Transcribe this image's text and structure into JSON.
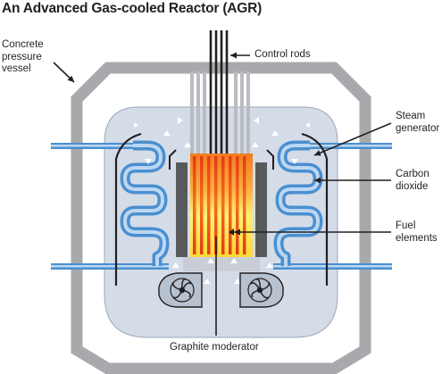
{
  "title": "An Advanced Gas-cooled Reactor (AGR)",
  "labels": {
    "pressure_vessel": [
      "Concrete",
      "pressure",
      "vessel"
    ],
    "control_rods": "Control rods",
    "steam_generator": [
      "Steam",
      "generator"
    ],
    "carbon_dioxide": [
      "Carbon",
      "dioxide"
    ],
    "fuel_elements": [
      "Fuel",
      "elements"
    ],
    "graphite_moderator": "Graphite moderator"
  },
  "colors": {
    "vessel": "#a7a9ac",
    "cavity": "#cfd9e8",
    "boiler_tube": "#4a8fd0",
    "boiler_tube_light": "#bcd7f1",
    "core_hot": "#f7a02c",
    "core_glow": "#ffe27a",
    "fuel_rod": "#e8391d",
    "graphite": "#58595b",
    "control_rod": "#231f20",
    "arrow": "#231f20"
  },
  "icons": [
    "circulator-fan-icon",
    "circulator-fan-icon"
  ]
}
